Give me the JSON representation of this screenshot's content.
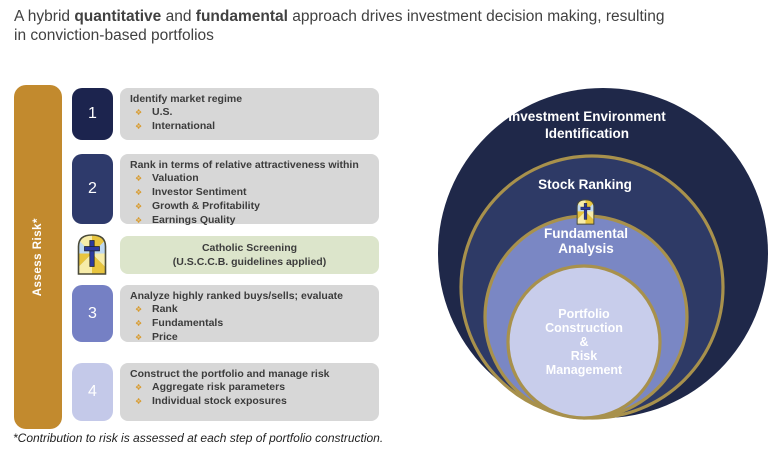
{
  "palette": {
    "gold_bar": "#C28A2E",
    "gold_ring": "#A8914C",
    "green_screen": "#DCE5CB",
    "grey_box": "#D7D7D7",
    "bullet_gold": "#D89B2E",
    "step_colors": [
      "#1C244E",
      "#2E3A6B",
      "#7580C4",
      "#C4C9E9"
    ]
  },
  "title": {
    "lines": [
      [
        {
          "text": "A hybrid ",
          "bold": false
        },
        {
          "text": "quantitative",
          "bold": true
        },
        {
          "text": " and ",
          "bold": false
        },
        {
          "text": "fundamental",
          "bold": true
        },
        {
          "text": " approach drives investment decision making, resulting",
          "bold": false
        }
      ],
      [
        {
          "text": "in conviction-based portfolios",
          "bold": false
        }
      ]
    ]
  },
  "assess_bar": {
    "label": "Assess Risk*"
  },
  "icons": {
    "bullet": "❖",
    "screening": "stained-glass-window"
  },
  "process": {
    "steps": [
      {
        "kind": "step",
        "number": "1",
        "header": "Identify market regime",
        "bullets": [
          "U.S.",
          "International"
        ]
      },
      {
        "kind": "step",
        "number": "2",
        "header": "Rank in terms of relative attractiveness within",
        "bullets": [
          "Valuation",
          "Investor Sentiment",
          "Growth & Profitability",
          "Earnings Quality"
        ]
      },
      {
        "kind": "screening",
        "header": "Catholic Screening",
        "subheader": "(U.S.C.C.B. guidelines applied)"
      },
      {
        "kind": "step",
        "number": "3",
        "header": "Analyze highly ranked buys/sells; evaluate",
        "bullets": [
          "Rank",
          "Fundamentals",
          "Price"
        ]
      },
      {
        "kind": "step",
        "number": "4",
        "header": "Construct the portfolio and manage risk",
        "bullets": [
          "Aggregate risk parameters",
          "Individual stock exposures"
        ]
      }
    ]
  },
  "funnel": {
    "rings": [
      {
        "label": "Investment Environment Identification",
        "lines": [
          "Investment Environment",
          "Identification"
        ],
        "color": "#1F2849"
      },
      {
        "label": "Stock Ranking",
        "lines": [
          "Stock Ranking"
        ],
        "color": "#2E3A66"
      },
      {
        "label": "Fundamental Analysis",
        "lines": [
          "Fundamental",
          "Analysis"
        ],
        "color": "#7A87C4"
      },
      {
        "label": "Portfolio Construction & Risk Management",
        "lines": [
          "Portfolio",
          "Construction",
          "&",
          "Risk",
          "Management"
        ],
        "color": "#C8CDEB"
      }
    ]
  },
  "footnote": "*Contribution to risk is assessed at each step of portfolio construction."
}
